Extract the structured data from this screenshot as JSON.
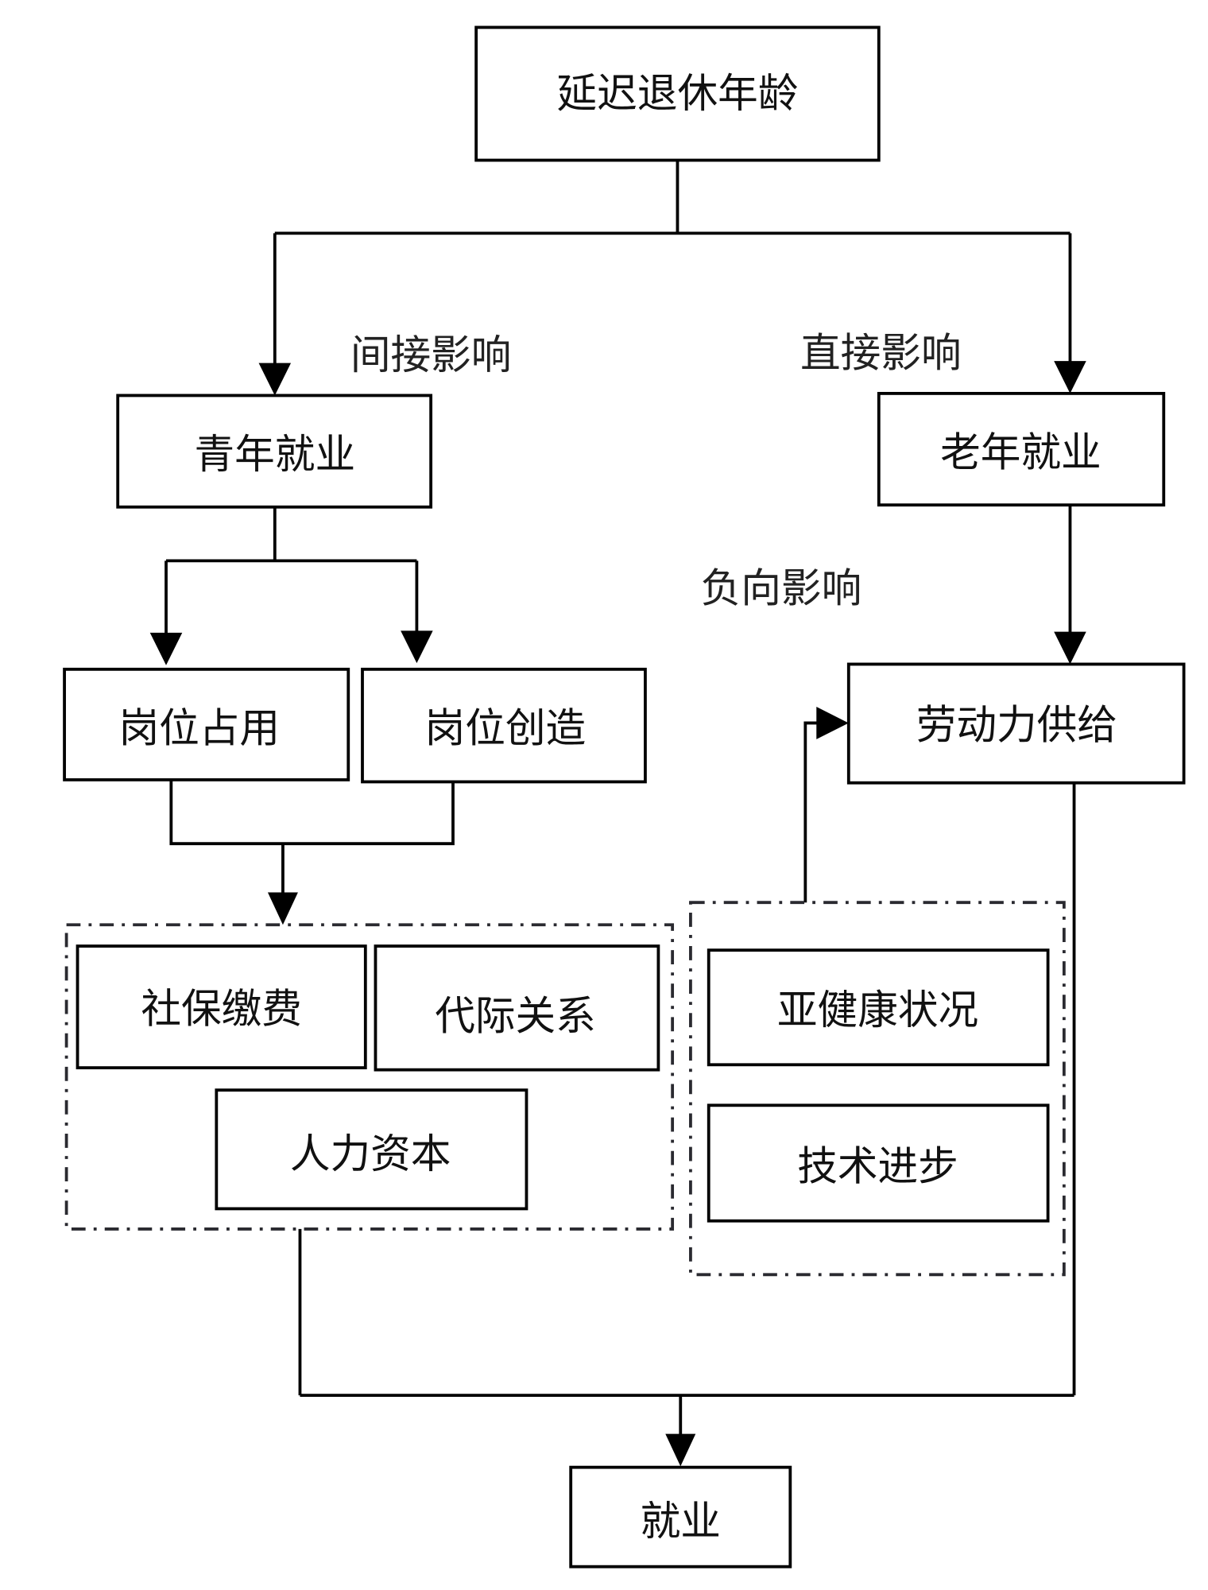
{
  "title": "延迟退休年龄对就业的影响机制",
  "nodes": {
    "root": "延迟退休年龄",
    "youth_employment": "青年就业",
    "elderly_employment": "老年就业",
    "job_occupation": "岗位占用",
    "job_creation": "岗位创造",
    "labor_supply": "劳动力供给",
    "social_security": "社保缴费",
    "intergenerational": "代际关系",
    "human_capital": "人力资本",
    "sub_health": "亚健康状况",
    "tech_progress": "技术进步",
    "employment": "就业"
  },
  "edge_labels": {
    "indirect": "间接影响",
    "direct": "直接影响",
    "negative": "负向影响"
  },
  "colors": {
    "line": "#000000",
    "dashed_group": "#2a2a30",
    "background": "#ffffff"
  }
}
